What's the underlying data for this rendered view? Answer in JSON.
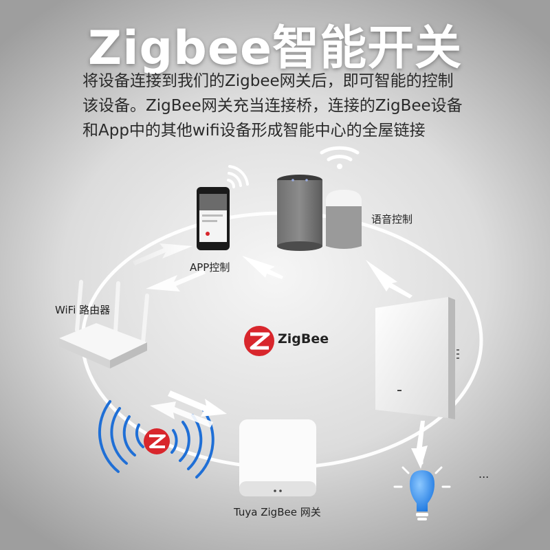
{
  "header": {
    "title": "Zigbee智能开关",
    "description_lines": [
      "将设备连接到我们的Zigbee网关后，即可智能的控制",
      "该设备。ZigBee网关充当连接桥，连接的ZigBee设备",
      "和App中的其他wifi设备形成智能中心的全屋链接"
    ]
  },
  "labels": {
    "app_control": "APP控制",
    "voice_control": "语音控制",
    "wifi_router": "WiFi 路由器",
    "gateway": "Tuya ZigBee 网关",
    "zigbee_logo": "ZigBee",
    "more": "..."
  },
  "colors": {
    "zigbee_red": "#d8262c",
    "signal_blue": "#1f6fd6",
    "bulb_blue": "#2f8ef0",
    "arrow_white": "#ffffff"
  },
  "icons": [
    "phone-icon",
    "smart-speaker-icon",
    "smart-home-speaker-icon",
    "wifi-signal-icon",
    "router-icon",
    "wall-switch-icon",
    "gateway-icon",
    "light-bulb-icon",
    "zigbee-logo-icon"
  ]
}
